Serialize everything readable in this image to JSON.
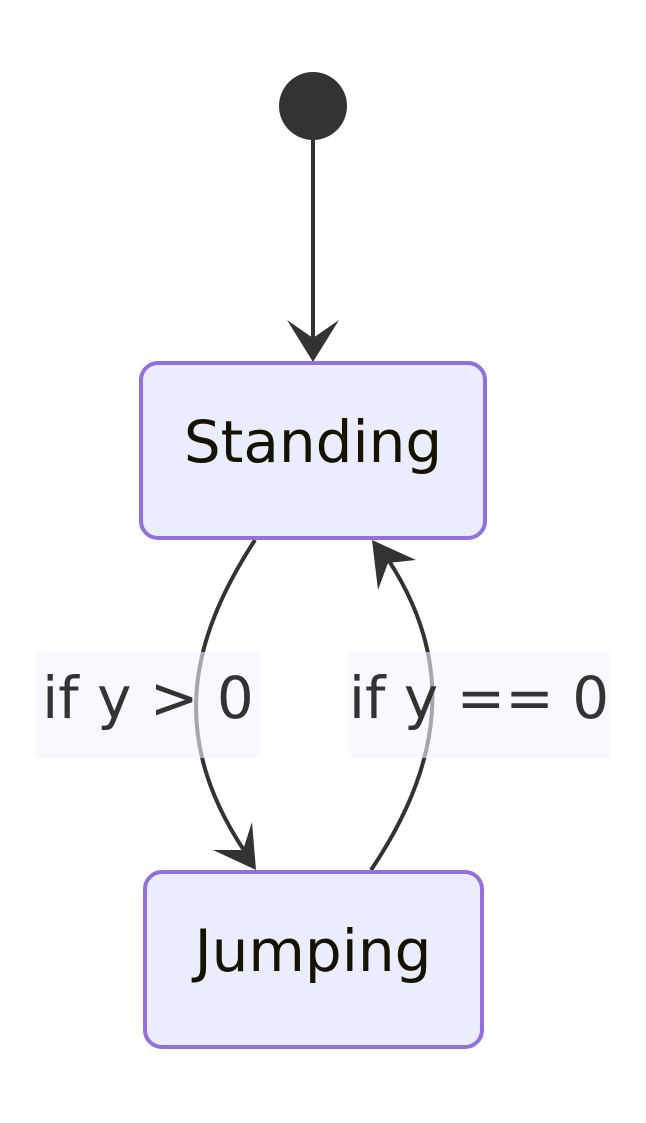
{
  "states": {
    "standing": "Standing",
    "jumping": "Jumping"
  },
  "transitions": {
    "to_jumping": "if y > 0",
    "to_standing": "if y == 0"
  },
  "colors": {
    "state_fill": "#ECECFF",
    "state_border": "#9370DB",
    "edge": "#333333",
    "label_background": "#F3F3FF",
    "start_node": "#333333"
  }
}
